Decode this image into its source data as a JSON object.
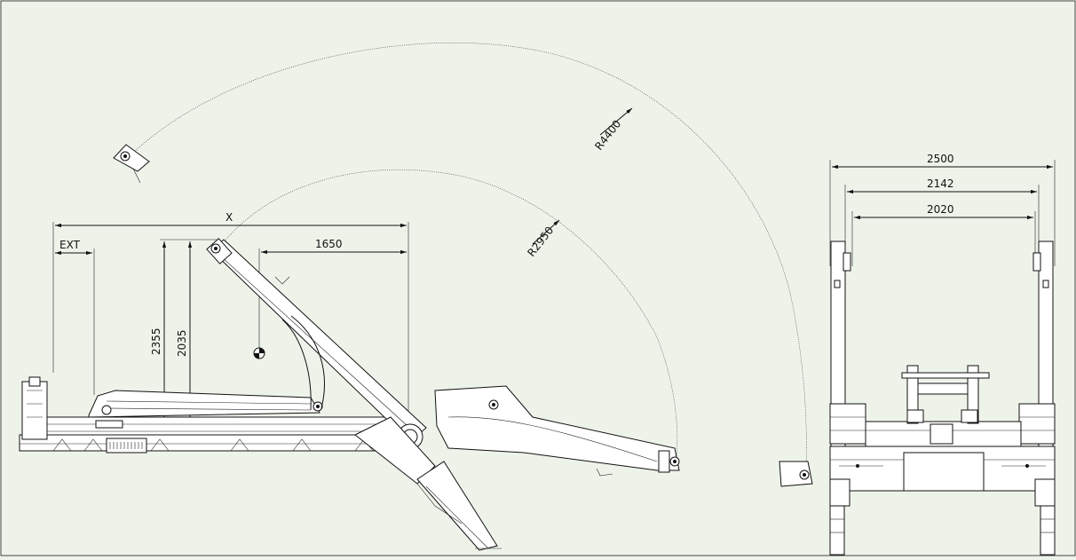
{
  "drawing": {
    "background": "#eef3ea",
    "line_color": "#111111"
  },
  "side_view": {
    "dim_x": "X",
    "dim_ext": "EXT",
    "dim_1650": "1650",
    "dim_2355": "2355",
    "dim_2035": "2035",
    "radius_outer": "R4400",
    "radius_inner": "R2950"
  },
  "rear_view": {
    "dim_2500": "2500",
    "dim_2142": "2142",
    "dim_2020": "2020"
  }
}
